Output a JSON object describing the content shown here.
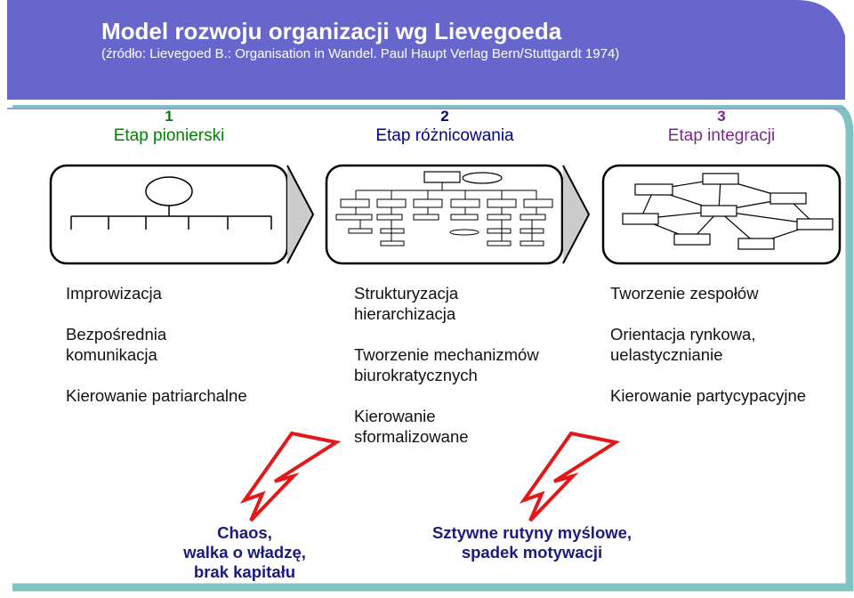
{
  "header": {
    "title": "Model rozwoju organizacji wg Lievegoeda",
    "source": "(źródło: Lievegoed B.: Organisation in Wandel. Paul Haupt Verlag Bern/Stuttgardt 1974)"
  },
  "stages": [
    {
      "number": "1",
      "label": "Etap pionierski",
      "color": "#008000"
    },
    {
      "number": "2",
      "label": "Etap różnicowania",
      "color": "#00008b"
    },
    {
      "number": "3",
      "label": "Etap integracji",
      "color": "#7b2a8c"
    }
  ],
  "features": {
    "stage1": [
      "Improwizacja",
      "Bezpośrednia\nkomunikacja",
      "Kierowanie patriarchalne"
    ],
    "stage2": [
      "Strukturyzacja\nhierarchizacja",
      "Tworzenie mechanizmów\nbiurokratycznych",
      "Kierowanie\nsformalizowane"
    ],
    "stage3": [
      "Tworzenie zespołów",
      "Orientacja rynkowa,\nuelastycznianie",
      "Kierowanie partycypacyjne"
    ]
  },
  "crises": [
    "Chaos,\nwalka o władzę,\nbrak kapitału",
    "Sztywne rutyny myślowe,\nspadek motywacji"
  ],
  "colors": {
    "banner": "#6666cc",
    "frame": "#7fc3c3",
    "lightning": "#e41818",
    "crisis_text": "#1a1a80"
  }
}
